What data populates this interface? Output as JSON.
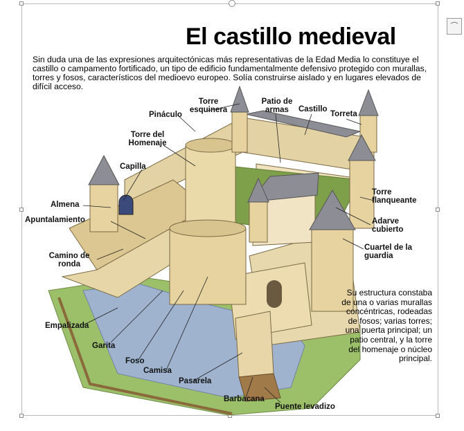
{
  "title": "El castillo medieval",
  "intro": "Sin duda una de las expresiones arquitectónicas más  representativas de la Edad Media lo constituye el castillo o campamento  fortificado, un tipo de edificio fundamentalmente defensivo protegido con  murallas, torres y fosos, característicos del medioevo europeo. Solía  construirse aislado y en lugares elevados de difícil acceso.",
  "summary": "Su estructura constaba de una o varias murallas concéntricas, rodeadas de fosos; varias torres; una puerta principal; un patio central, y la torre del homenaje o núcleo principal.",
  "labels": {
    "torre_esquinera": "Torre esquinera",
    "patio_armas": "Patio de armas",
    "castillo": "Castillo",
    "torreta": "Torreta",
    "pinaculo": "Pináculo",
    "torre_homenaje": "Torre del Homenaje",
    "capilla": "Capilla",
    "almena": "Almena",
    "apuntalamiento": "Apuntalamiento",
    "camino_ronda": "Camino de ronda",
    "torre_flanqueante": "Torre flanqueante",
    "adarve_cubierto": "Adarve cubierto",
    "cuartel_guardia": "Cuartel de la guardia",
    "empalizada": "Empalizada",
    "garita": "Garita",
    "foso": "Foso",
    "camisa": "Camisa",
    "pasarela": "Pasarela",
    "barbacana": "Barbacana",
    "puente_levadizo": "Puente levadizo"
  }
}
